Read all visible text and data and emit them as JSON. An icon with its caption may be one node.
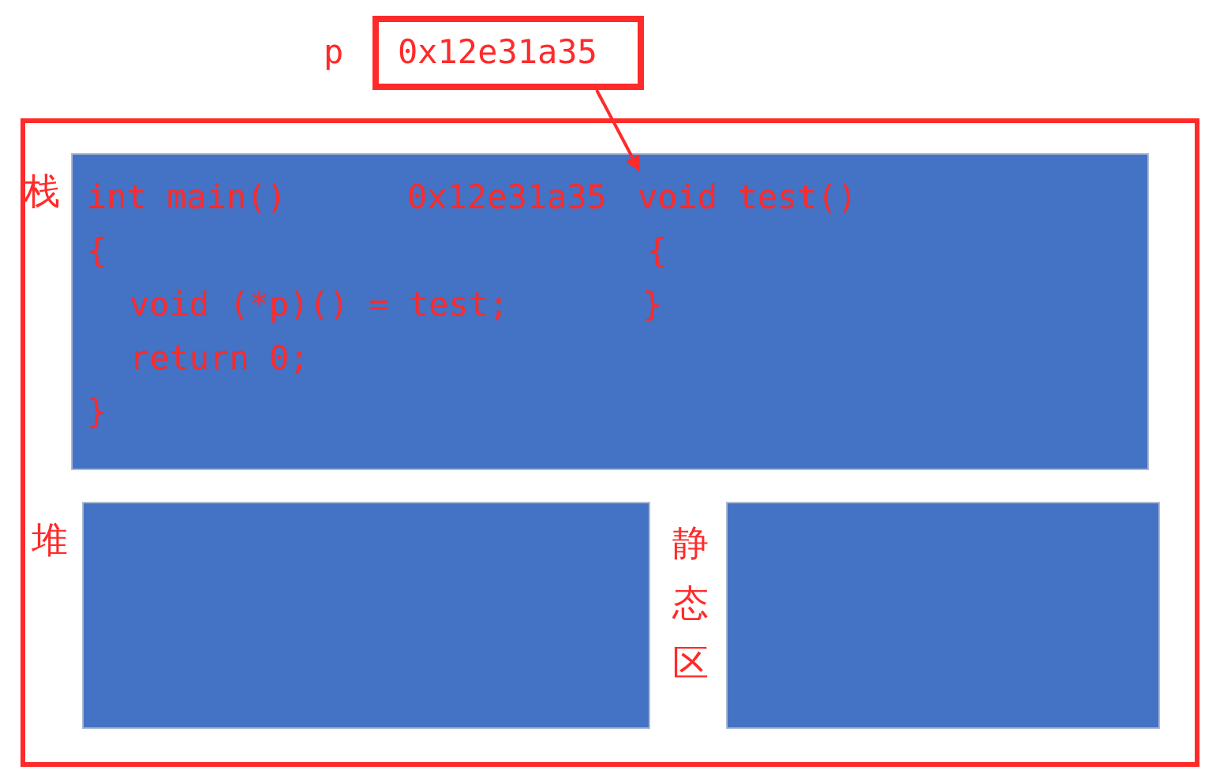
{
  "diagram": {
    "nodes": [
      {
        "text": [
          "0x12e31a35"
        ],
        "beside": [
          "p"
        ]
      },
      {
        "text": [],
        "shape": "box"
      },
      {
        "text": [
          "栈"
        ],
        "in": 1
      },
      {
        "text": [
          "void test()",
          "{",
          "}"
        ],
        "in": 2
      },
      {
        "text": [
          "堆"
        ],
        "in": 1
      },
      {
        "text": [
          "静态区"
        ],
        "in": 1
      }
    ],
    "edges": [
      {
        "from": 0,
        "to": 3,
        "arrow": "to"
      }
    ],
    "labels": [
      "int main()",
      "{",
      "void (*p)() = test;",
      "return 0;",
      "}",
      "0x12e31a35"
    ]
  }
}
